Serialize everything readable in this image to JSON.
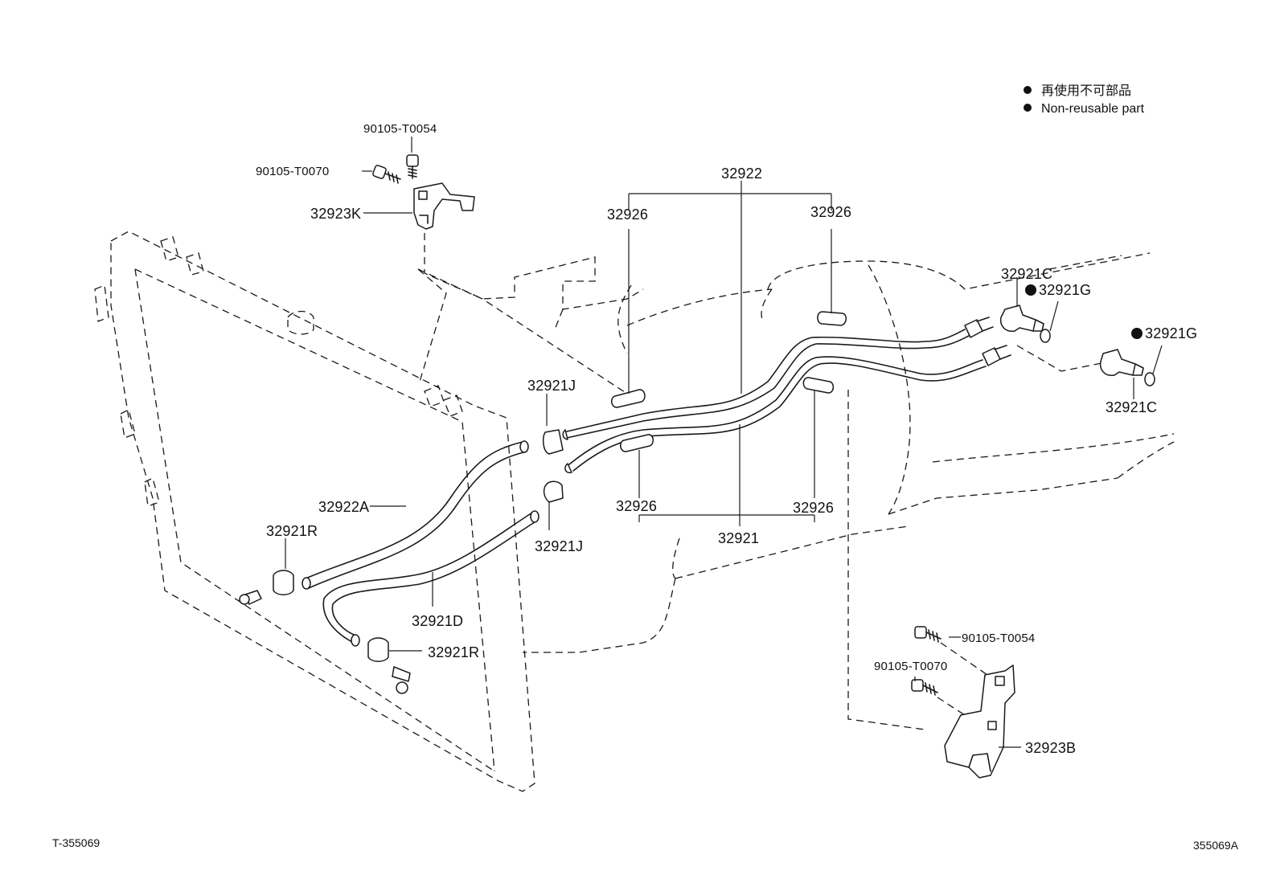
{
  "diagram_id_left": "T-355069",
  "diagram_id_right": "355069A",
  "legend": {
    "line_jp": "再使用不可部品",
    "line_en": "Non-reusable part"
  },
  "labels": {
    "bolt_54_top": "90105-T0054",
    "bolt_70_top": "90105-T0070",
    "bracket_k": "32923K",
    "tube_set_upper": "32922",
    "grommet_upper_left": "32926",
    "grommet_upper_right": "32926",
    "union_upper": "32921C",
    "gasket_upper": "32921G",
    "gasket_lower": "32921G",
    "union_lower": "32921C",
    "clamp_j_upper": "32921J",
    "clamp_j_lower": "32921J",
    "hose_a": "32922A",
    "clamp_r_left": "32921R",
    "hose_d": "32921D",
    "clamp_r_lower": "32921R",
    "grommet_lower_left": "32926",
    "grommet_lower_right": "32926",
    "tube_set_lower": "32921",
    "bolt_54_bottom": "90105-T0054",
    "bolt_70_bottom": "90105-T0070",
    "bracket_b": "32923B"
  }
}
